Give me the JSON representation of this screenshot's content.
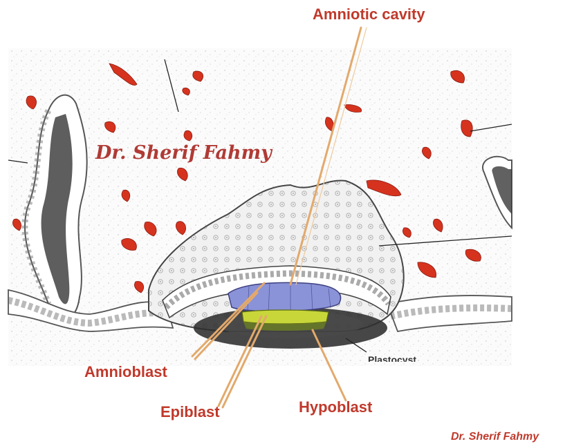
{
  "labels": {
    "amniotic_cavity": "Amniotic cavity",
    "amnioblast": "Amnioblast",
    "epiblast": "Epiblast",
    "hypoblast": "Hypoblast",
    "partial_label": "Plastocyst"
  },
  "watermarks": {
    "center": "Dr. Sherif Fahmy",
    "corner": "Dr. Sherif Fahmy"
  },
  "colors": {
    "label_text": "#c0392b",
    "pointer_line": "#e3a96b",
    "amnioblast_layer": "#8a93d8",
    "epiblast_layer": "#c9d63a",
    "blood_vessels": "#d6331f",
    "tissue_outline": "#555555"
  }
}
